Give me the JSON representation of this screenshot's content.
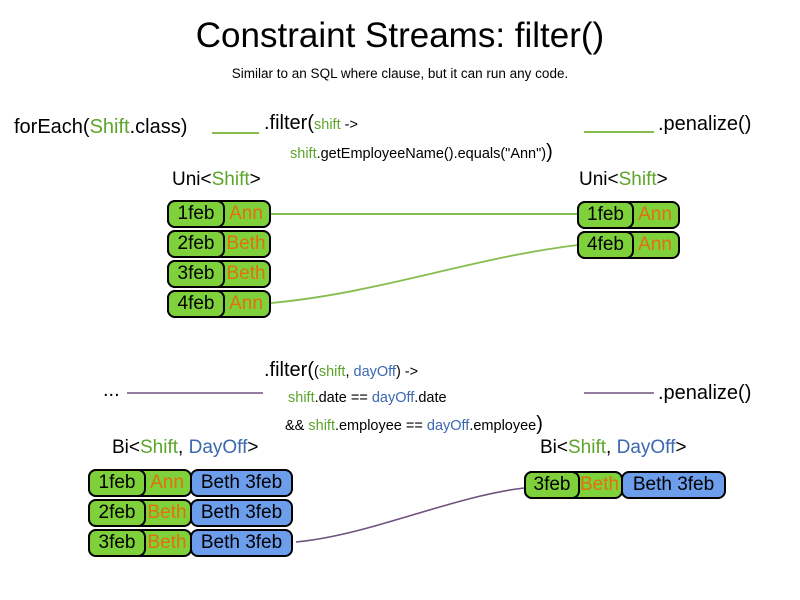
{
  "slide": {
    "title": "Constraint Streams: filter()",
    "subtitle": "Similar to an SQL where clause, but it can run any code."
  },
  "colors": {
    "card_green": "#7ed13a",
    "card_blue": "#6d9eeb",
    "text_green": "#5ca52a",
    "text_blue": "#3b68b0",
    "text_orange": "#e2710b",
    "line_green": "#86bd4e",
    "line_purple": "#6f5180"
  },
  "flow1": {
    "source": {
      "fn": "forEach(",
      "cls": "Shift",
      "rest": ".class)"
    },
    "filter": {
      "head": ".filter(",
      "param": "shift",
      "arrow": " ->",
      "body_var": "shift",
      "body_rest": ".getEmployeeName().equals(\"Ann\")",
      "close": ")"
    },
    "penalize": ".penalize()",
    "left_stack": {
      "label": {
        "pre": "Uni<",
        "cls": "Shift",
        "post": ">"
      },
      "cards": [
        {
          "date": "1feb",
          "name": "Ann"
        },
        {
          "date": "2feb",
          "name": "Beth"
        },
        {
          "date": "3feb",
          "name": "Beth"
        },
        {
          "date": "4feb",
          "name": "Ann"
        }
      ]
    },
    "right_stack": {
      "label": {
        "pre": "Uni<",
        "cls": "Shift",
        "post": ">"
      },
      "cards": [
        {
          "date": "1feb",
          "name": "Ann"
        },
        {
          "date": "4feb",
          "name": "Ann"
        }
      ]
    }
  },
  "flow2": {
    "source": "...",
    "filter": {
      "head": ".filter(",
      "open": "(",
      "param1": "shift",
      "comma": ", ",
      "param2": "dayOff",
      "close_arrow": ") ->",
      "l2a": "shift",
      "l2b": ".date == ",
      "l2c": "dayOff",
      "l2d": ".date",
      "l3a": "&& ",
      "l3b": "shift",
      "l3c": ".employee == ",
      "l3d": "dayOff",
      "l3e": ".employee",
      "close": ")"
    },
    "penalize": ".penalize()",
    "left_stack": {
      "label": {
        "pre": "Bi<",
        "cls1": "Shift",
        "comma": ", ",
        "cls2": "DayOff",
        "post": ">"
      },
      "rows": [
        {
          "shift": {
            "date": "1feb",
            "name": "Ann"
          },
          "dayoff": "Beth 3feb"
        },
        {
          "shift": {
            "date": "2feb",
            "name": "Beth"
          },
          "dayoff": "Beth 3feb"
        },
        {
          "shift": {
            "date": "3feb",
            "name": "Beth"
          },
          "dayoff": "Beth 3feb"
        }
      ]
    },
    "right_stack": {
      "label": {
        "pre": "Bi<",
        "cls1": "Shift",
        "comma": ", ",
        "cls2": "DayOff",
        "post": ">"
      },
      "rows": [
        {
          "shift": {
            "date": "3feb",
            "name": "Beth"
          },
          "dayoff": "Beth 3feb"
        }
      ]
    }
  }
}
